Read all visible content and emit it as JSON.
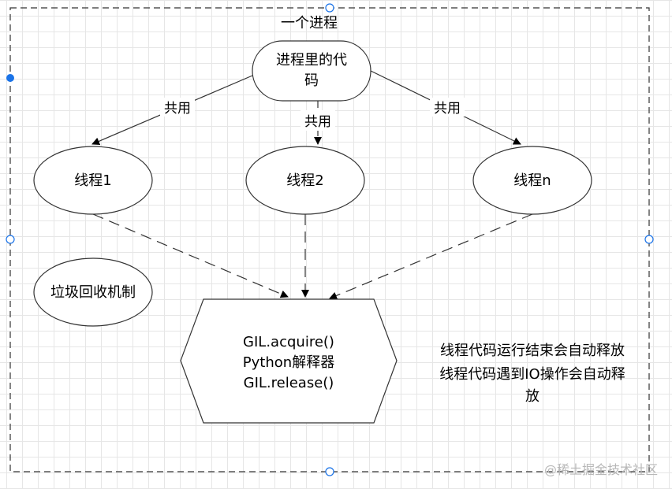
{
  "container": {
    "title": "一个进程"
  },
  "nodes": {
    "process_code": {
      "line1": "进程里的代",
      "line2": "码"
    },
    "thread1": {
      "label": "线程1"
    },
    "thread2": {
      "label": "线程2"
    },
    "threadn": {
      "label": "线程n"
    },
    "gc": {
      "label": "垃圾回收机制"
    },
    "gil": {
      "line1": "GIL.acquire()",
      "line2": "Python解释器",
      "line3": "GIL.release()"
    }
  },
  "edges": {
    "shared_left": "共用",
    "shared_middle": "共用",
    "shared_right": "共用"
  },
  "notes": {
    "line1": "线程代码运行结束会自动释放",
    "line2": "线程代码遇到IO操作会自动释",
    "line3": "放"
  },
  "watermark": "@稀土掘金技术社区",
  "colors": {
    "handle_blue": "#1a73e8",
    "stroke": "#333333"
  }
}
